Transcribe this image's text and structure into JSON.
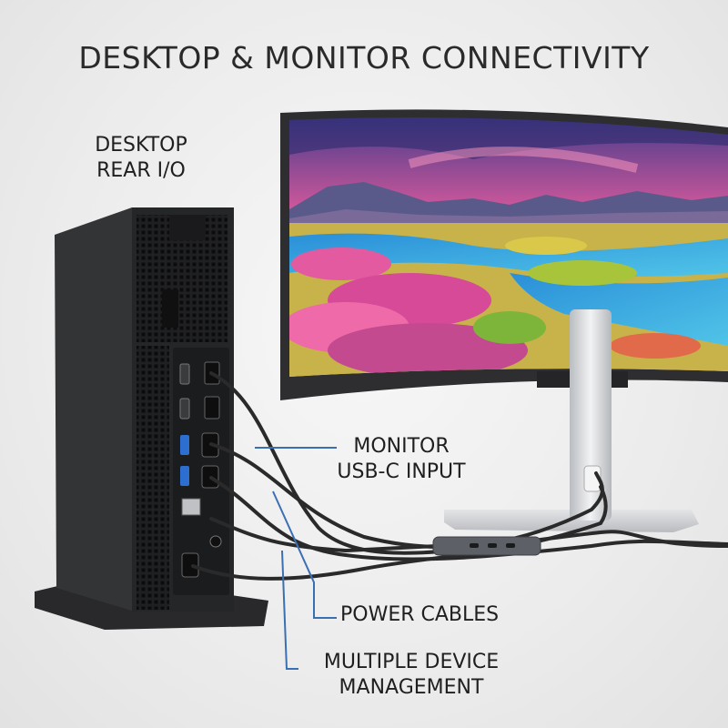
{
  "title": "DESKTOP & MONITOR CONNECTIVITY",
  "labels": {
    "desktop_line1": "DESKTOP",
    "desktop_line2": "REAR I/O",
    "monitor_line1": "MONITOR",
    "monitor_line2": "USB-C INPUT",
    "power": "POWER CABLES",
    "multi_line1": "MULTIPLE DEVICE",
    "multi_line2": "MANAGEMENT"
  },
  "colors": {
    "background": "#ececec",
    "callout_line": "#3b6fb3",
    "desktop_body": "#2b2c2e",
    "monitor_frame": "#2e2e30",
    "stand": "#cfd1d4",
    "cable": "#2a2a2a"
  },
  "icons": [
    "desktop-tower",
    "monitor",
    "usb-c-hub",
    "ethernet-port",
    "usb-a-port",
    "displayport-port",
    "power-jack"
  ]
}
